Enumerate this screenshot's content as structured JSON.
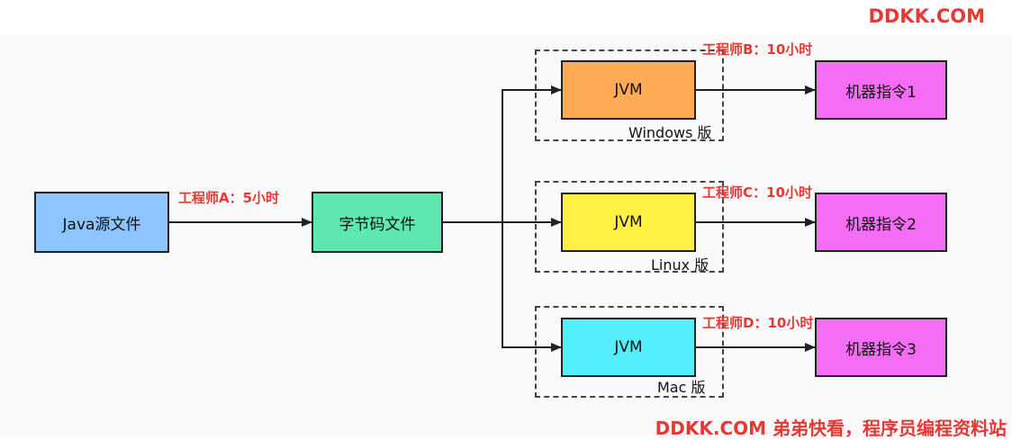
{
  "watermark_top": "DDKK.COM",
  "watermark_bottom": "DDKK.COM 弟弟快看，程序员编程资料站",
  "nodes": {
    "source": "Java源文件",
    "bytecode": "字节码文件",
    "jvm_windows": "JVM",
    "jvm_linux": "JVM",
    "jvm_mac": "JVM",
    "machine1": "机器指令1",
    "machine2": "机器指令2",
    "machine3": "机器指令3"
  },
  "platforms": {
    "windows": "Windows 版",
    "linux": "Linux 版",
    "mac": "Mac 版"
  },
  "edge_labels": {
    "engineer_a": "工程师A：5小时",
    "engineer_b": "工程师B：10小时",
    "engineer_c": "工程师C：10小时",
    "engineer_d": "工程师D：10小时"
  },
  "colors": {
    "source": "#8ec5ff",
    "bytecode": "#5ee8b0",
    "jvm_windows": "#ffaa55",
    "jvm_linux": "#fff044",
    "jvm_mac": "#55eefc",
    "machine": "#f46df4",
    "label_red": "#e53935"
  }
}
